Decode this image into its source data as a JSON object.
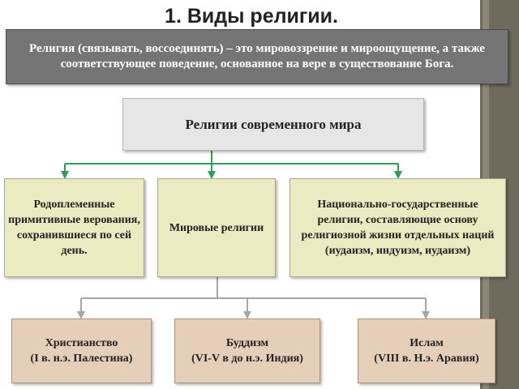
{
  "title": "1. Виды религии.",
  "definition": "Религия (связывать, воссоединять) – это мировоззрение и мироощущение, а также соответствующее поведение, основанное на вере в существование Бога.",
  "diagram": {
    "root": "Религии современного мира",
    "categories": [
      {
        "label": "Родоплеменные примитивные верования, сохранившиеся по сей день."
      },
      {
        "label": "Мировые религии"
      },
      {
        "label": "Национально-государственные религии, составляющие основу религиозной жизни отдельных наций (иудаизм, индуизм, иудаизм)"
      }
    ],
    "world_religions": [
      {
        "name": "Христианство",
        "detail": "(I в. н.э. Палестина)"
      },
      {
        "name": "Буддизм",
        "detail": "(VI-V в до н.э. Индия)"
      },
      {
        "name": "Ислам",
        "detail": "(VIII в. Н.э. Аравия)"
      }
    ]
  },
  "colors": {
    "definition_bg": "#757575",
    "connector_green": "#2e9e57",
    "connector_gray": "#a5a5a5",
    "category_box": "#ebebc2",
    "religion_box": "#e6cfb8",
    "side_strip": "#6e6a5c"
  }
}
